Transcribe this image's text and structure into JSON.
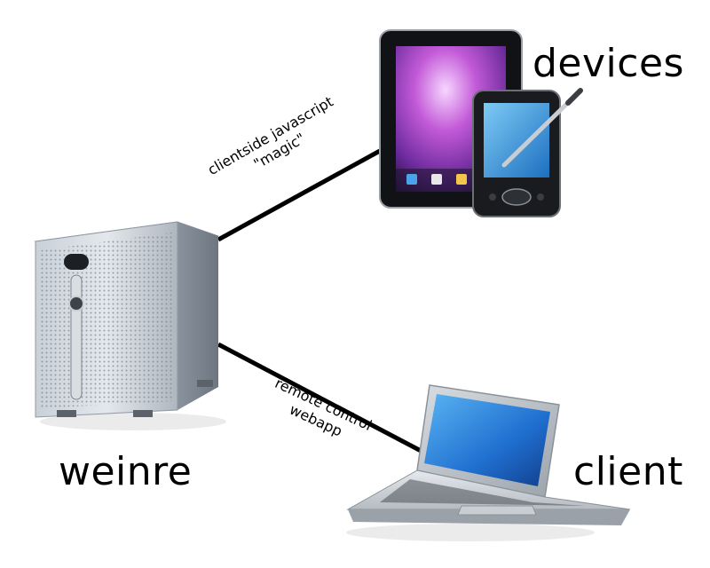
{
  "labels": {
    "devices": "devices",
    "weinre": "weinre",
    "client": "client"
  },
  "connections": {
    "top": {
      "line1": "clientside javascript",
      "line2": "\"magic\""
    },
    "bottom": {
      "line1": "remote control",
      "line2": "webapp"
    }
  },
  "icons": {
    "server": "server-tower-icon",
    "tablet": "tablet-icon",
    "pda": "pda-stylus-icon",
    "laptop": "laptop-icon"
  },
  "colors": {
    "background": "#ffffff",
    "line": "#000000",
    "screen_blue": "#2a7fd4",
    "tablet_purple": "#9b3fb8",
    "server_gray": "#9aa3ad"
  }
}
